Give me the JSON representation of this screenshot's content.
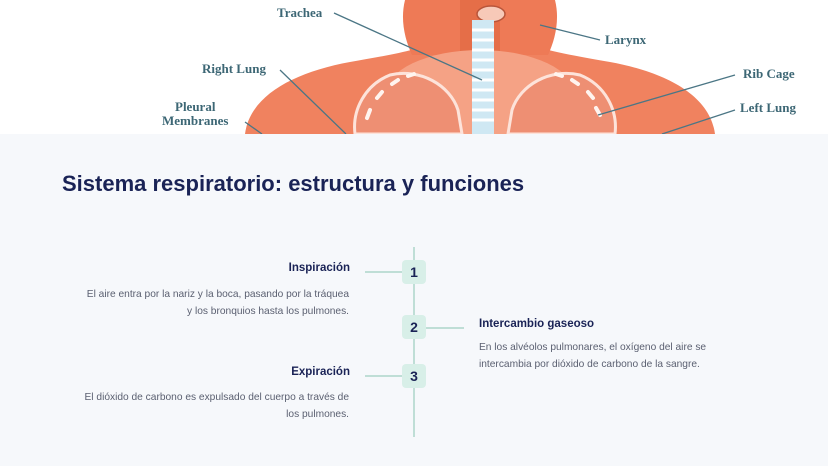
{
  "diagram_labels": {
    "trachea": "Trachea",
    "larynx": "Larynx",
    "right_lung": "Right Lung",
    "rib_cage": "Rib Cage",
    "pleural_membranes": "Pleural\nMembranes",
    "left_lung": "Left Lung"
  },
  "title": "Sistema respiratorio: estructura y funciones",
  "timeline": [
    {
      "number": "1",
      "heading": "Inspiración",
      "text": "El aire entra por la nariz y la boca, pasando por la tráquea y los bronquios hasta los pulmones."
    },
    {
      "number": "2",
      "heading": "Intercambio gaseoso",
      "text": "En los alvéolos pulmonares, el oxígeno del aire se intercambia por dióxido de carbono de la sangre."
    },
    {
      "number": "3",
      "heading": "Expiración",
      "text": "El dióxido de carbono es expulsado del cuerpo a través de los pulmones."
    }
  ],
  "colors": {
    "title": "#1a2356",
    "accent": "#d8efe8",
    "line": "#bfded6",
    "skin": "#f0825f"
  }
}
